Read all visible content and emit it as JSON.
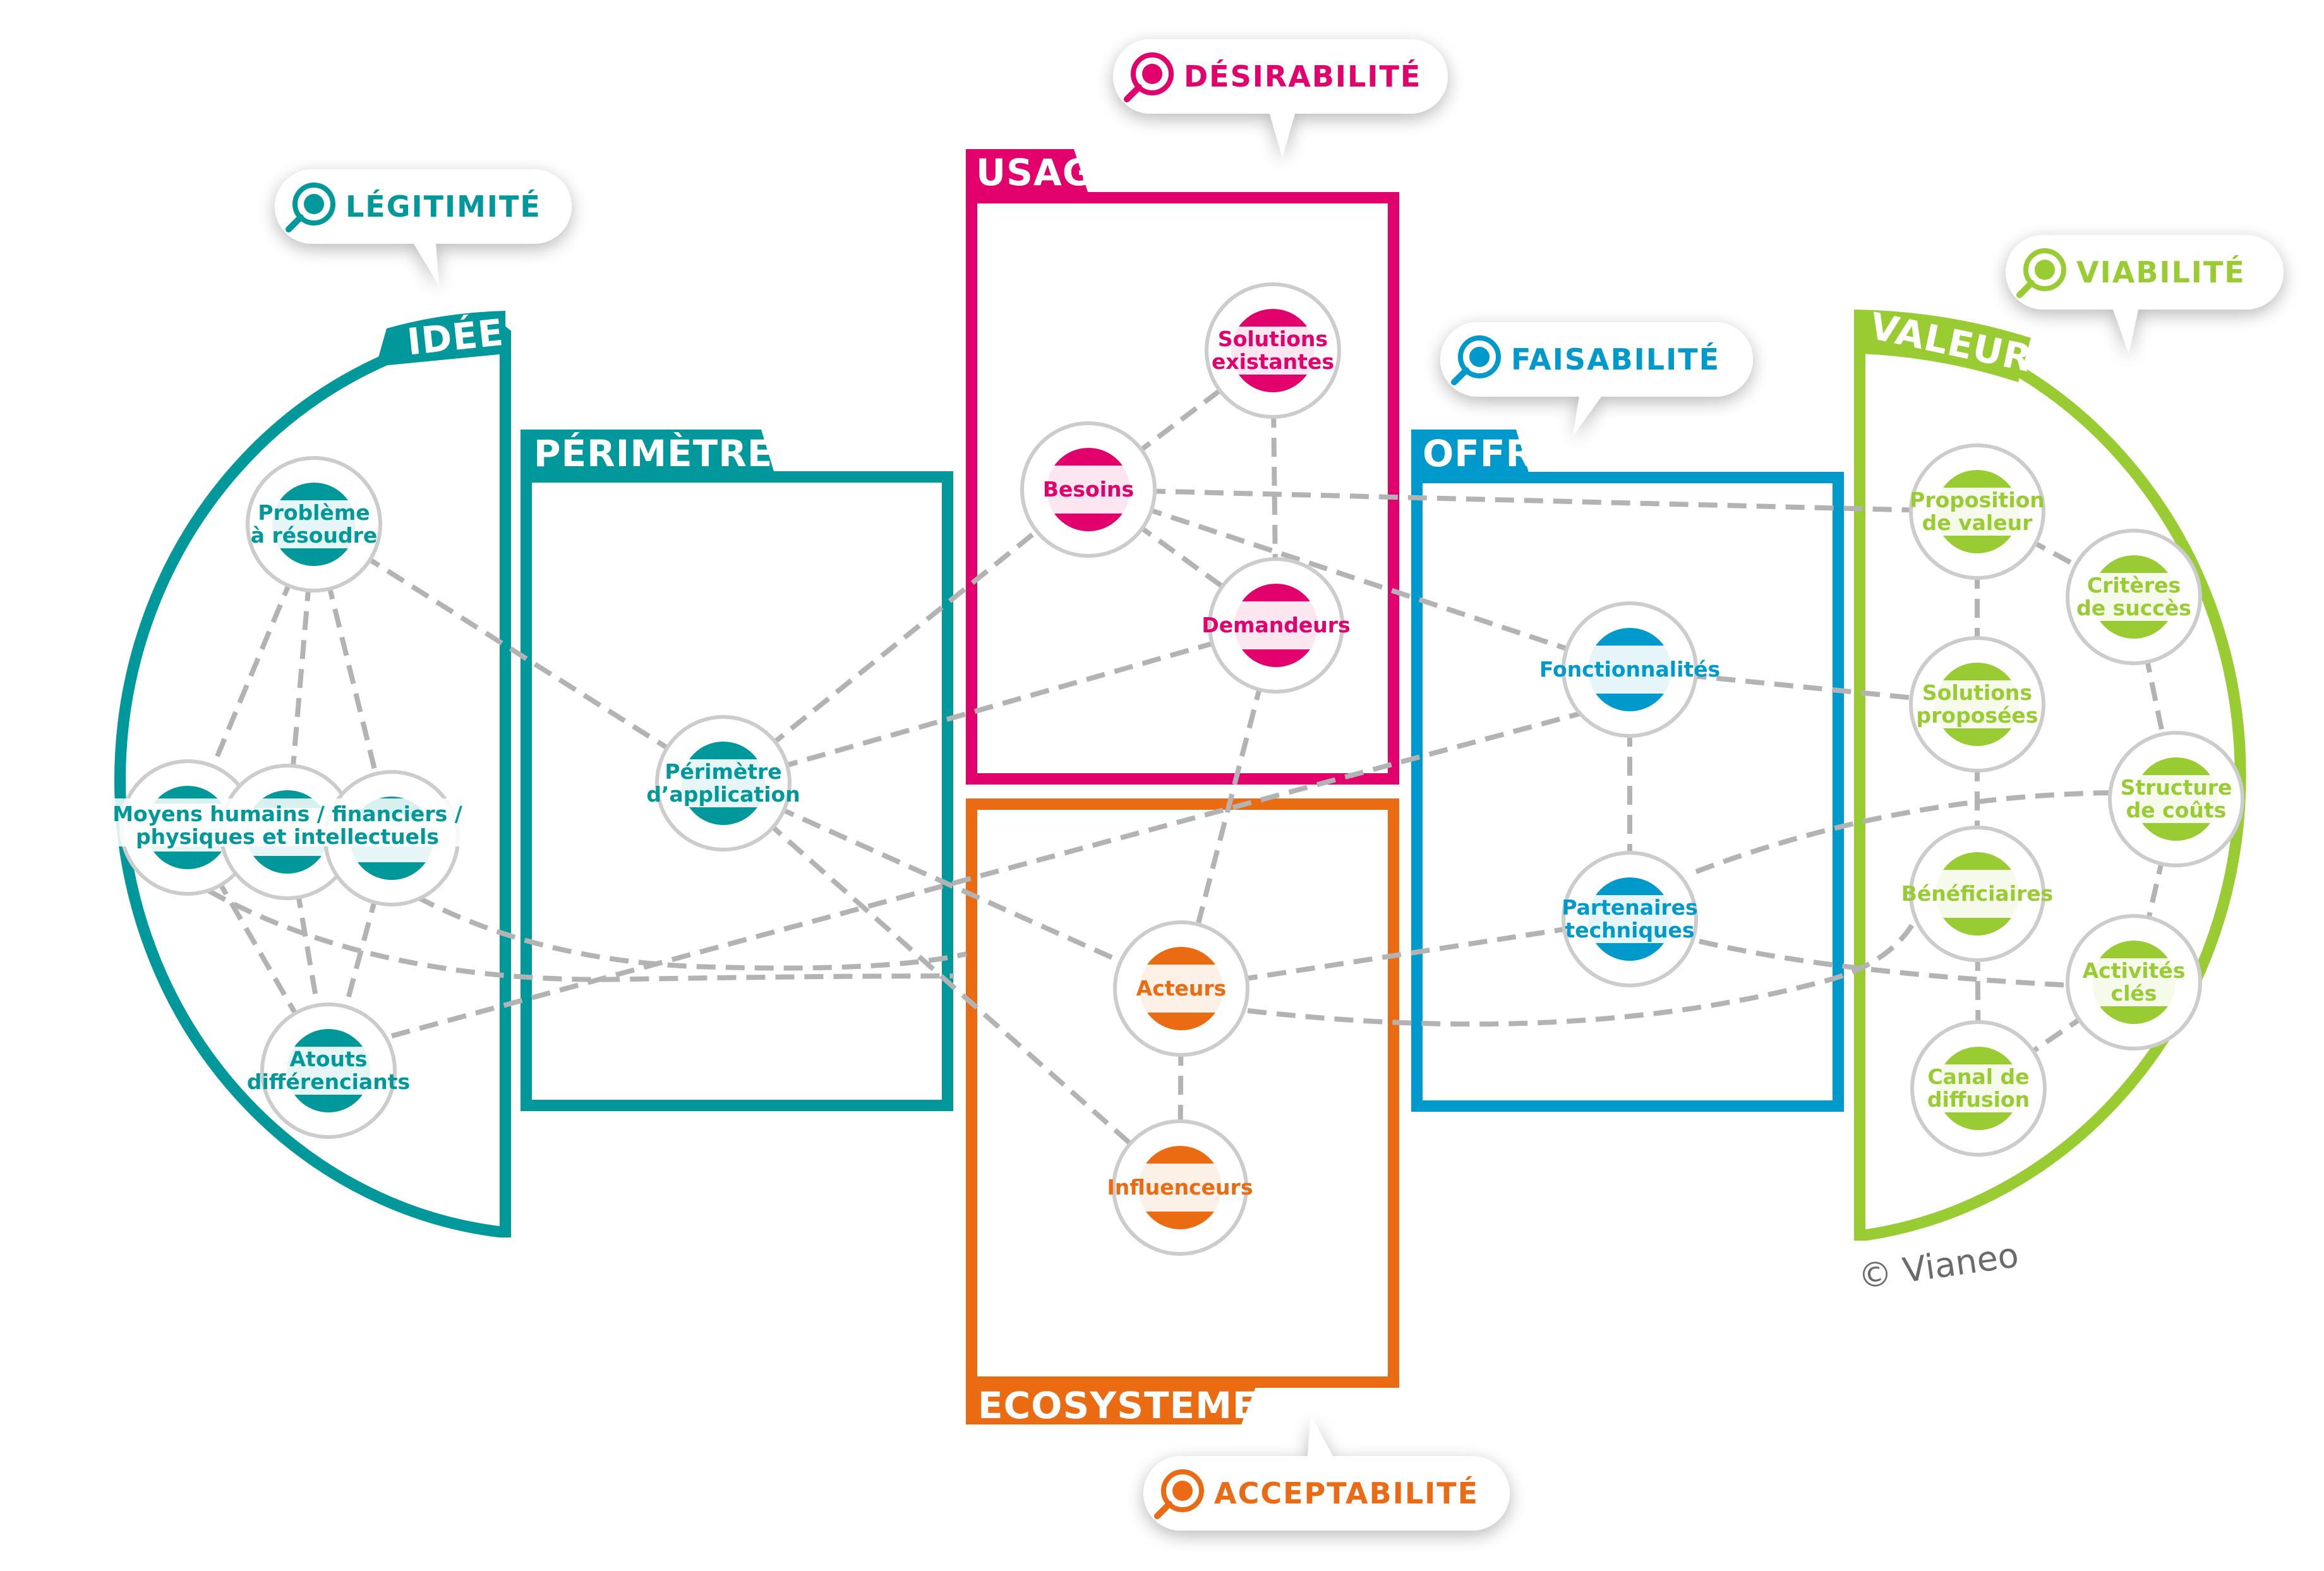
{
  "colors": {
    "teal": "#00989a",
    "magenta": "#e2006c",
    "orange": "#ea6b12",
    "blue": "#0099cc",
    "green": "#99cc33",
    "link_gray": "#b3b3b3",
    "node_ring": "#cccccc",
    "copyright": "#6b6b6b"
  },
  "criteria_bubbles": [
    {
      "id": "legitimite",
      "label": "LÉGITIMITÉ",
      "icon": "lightbulb-magnifier-icon",
      "color": "teal"
    },
    {
      "id": "desirabilite",
      "label": "DÉSIRABILITÉ",
      "icon": "heart-magnifier-icon",
      "color": "magenta"
    },
    {
      "id": "faisabilite",
      "label": "FAISABILITÉ",
      "icon": "gears-magnifier-icon",
      "color": "blue"
    },
    {
      "id": "viabilite",
      "label": "VIABILITÉ",
      "icon": "checkered-flag-magnifier-icon",
      "color": "green"
    },
    {
      "id": "acceptabilite",
      "label": "ACCEPTABILITÉ",
      "icon": "globe-magnifier-icon",
      "color": "orange"
    }
  ],
  "frames": [
    {
      "id": "idee",
      "label": "IDÉE",
      "color": "teal"
    },
    {
      "id": "perimetre",
      "label": "PÉRIMÈTRE",
      "color": "teal"
    },
    {
      "id": "usages",
      "label": "USAGES",
      "color": "magenta"
    },
    {
      "id": "ecosysteme",
      "label": "ECOSYSTEME",
      "color": "orange"
    },
    {
      "id": "offre",
      "label": "OFFRE",
      "color": "blue"
    },
    {
      "id": "valeur",
      "label": "VALEUR",
      "color": "green"
    }
  ],
  "nodes": [
    {
      "id": "probleme",
      "lines": [
        "Problème",
        "à résoudre"
      ],
      "frame": "idee",
      "color": "teal",
      "icon": "question-head-icon"
    },
    {
      "id": "moyens1",
      "lines": [],
      "frame": "idee",
      "color": "teal",
      "icon": "people-icon"
    },
    {
      "id": "moyens2",
      "lines": [],
      "frame": "idee",
      "color": "teal",
      "icon": "money-hand-icon"
    },
    {
      "id": "moyens3",
      "lines": [],
      "frame": "idee",
      "color": "teal",
      "icon": "brain-hand-icon"
    },
    {
      "id": "moyens_label",
      "lines": [
        "Moyens humains / financiers /",
        "physiques et intellectuels"
      ],
      "frame": "idee",
      "color": "teal"
    },
    {
      "id": "atouts",
      "lines": [
        "Atouts",
        "différenciants"
      ],
      "frame": "idee",
      "color": "teal",
      "icon": "diamond-hand-icon"
    },
    {
      "id": "perimetre_app",
      "lines": [
        "Périmètre",
        "d’application"
      ],
      "frame": "perimetre",
      "color": "teal",
      "icon": "house-icon"
    },
    {
      "id": "solutions_existantes",
      "lines": [
        "Solutions",
        "existantes"
      ],
      "frame": "usages",
      "color": "magenta",
      "icon": "search-person-icon"
    },
    {
      "id": "besoins",
      "lines": [
        "Besoins"
      ],
      "frame": "usages",
      "color": "magenta",
      "icon": "hand-raise-icon"
    },
    {
      "id": "demandeurs",
      "lines": [
        "Demandeurs"
      ],
      "frame": "usages",
      "color": "magenta",
      "icon": "person-speech-icon"
    },
    {
      "id": "acteurs",
      "lines": [
        "Acteurs"
      ],
      "frame": "ecosysteme",
      "color": "orange",
      "icon": "group-icon"
    },
    {
      "id": "influenceurs",
      "lines": [
        "Influenceurs"
      ],
      "frame": "ecosysteme",
      "color": "orange",
      "icon": "megaphone-icon"
    },
    {
      "id": "fonctionnalites",
      "lines": [
        "Fonctionnalités"
      ],
      "frame": "offre",
      "color": "blue",
      "icon": "gear-bulb-icon"
    },
    {
      "id": "partenaires",
      "lines": [
        "Partenaires",
        "techniques"
      ],
      "frame": "offre",
      "color": "blue",
      "icon": "bulb-people-icon"
    },
    {
      "id": "proposition",
      "lines": [
        "Proposition",
        "de valeur"
      ],
      "frame": "valeur",
      "color": "green",
      "icon": "gift-hand-icon"
    },
    {
      "id": "criteres",
      "lines": [
        "Critères",
        "de succès"
      ],
      "frame": "valeur",
      "color": "green",
      "icon": "trophy-icon"
    },
    {
      "id": "solutions_proposees",
      "lines": [
        "Solutions",
        "proposées"
      ],
      "frame": "valeur",
      "color": "green",
      "icon": "tools-icon"
    },
    {
      "id": "structure",
      "lines": [
        "Structure",
        "de coûts"
      ],
      "frame": "valeur",
      "color": "green",
      "icon": "coins-hand-icon"
    },
    {
      "id": "beneficiaires",
      "lines": [
        "Bénéficiaires"
      ],
      "frame": "valeur",
      "color": "green",
      "icon": "cycle-people-icon"
    },
    {
      "id": "activites",
      "lines": [
        "Activités",
        "clés"
      ],
      "frame": "valeur",
      "color": "green",
      "icon": "chat-hand-icon"
    },
    {
      "id": "canal",
      "lines": [
        "Canal de",
        "diffusion"
      ],
      "frame": "valeur",
      "color": "green",
      "icon": "upload-hand-icon"
    }
  ],
  "copyright": "© Vianeo"
}
